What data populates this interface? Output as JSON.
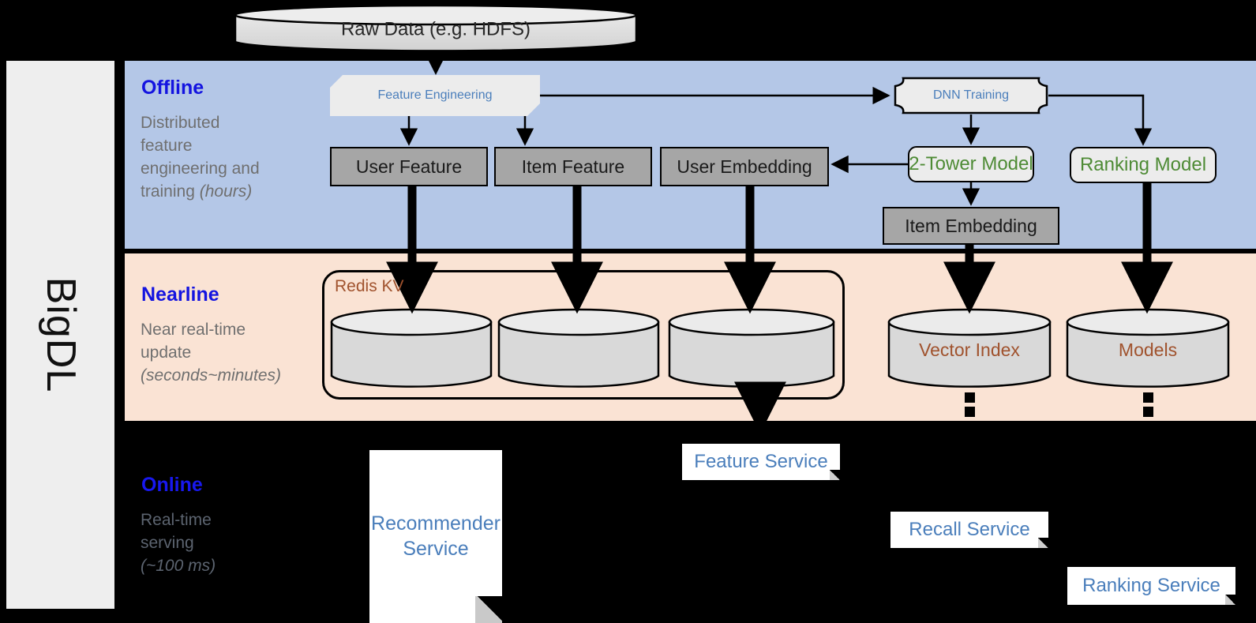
{
  "framework": {
    "name": "BigDL"
  },
  "top": {
    "raw_data": "Raw Data (e.g. HDFS)"
  },
  "bands": [
    {
      "id": "offline",
      "title": "Offline",
      "desc_line1": "Distributed",
      "desc_line2": "feature",
      "desc_line3": "engineering and",
      "desc_line4": "training ",
      "desc_italic": "(hours)",
      "bg": "#b4c7e7"
    },
    {
      "id": "nearline",
      "title": "Nearline",
      "desc_line1": "Near real-time",
      "desc_line2": "update",
      "desc_italic": "(seconds~minutes)",
      "bg": "#fae3d4"
    },
    {
      "id": "online",
      "title": "Online",
      "desc_line1": "Real-time",
      "desc_line2": "serving",
      "desc_italic": "(~100 ms)",
      "bg": "#000000"
    }
  ],
  "offline": {
    "feature_engineering": "Feature Engineering",
    "dnn_training": "DNN Training",
    "user_feature": "User Feature",
    "item_feature": "Item Feature",
    "user_embedding": "User Embedding",
    "two_tower_model": "2-Tower Model",
    "ranking_model": "Ranking Model",
    "item_embedding": "Item Embedding"
  },
  "nearline": {
    "redis_kv": "Redis KV",
    "store_user_feature": "",
    "store_item_feature": "",
    "store_user_embedding": "",
    "vector_index": "Vector Index",
    "models": "Models"
  },
  "online": {
    "recommender_service": "Recommender Service",
    "feature_service": "Feature Service",
    "recall_service": "Recall Service",
    "ranking_service": "Ranking Service"
  },
  "colors": {
    "offline_bg": "#b4c7e7",
    "nearline_bg": "#fae3d4",
    "online_bg": "#000000",
    "rail_bg": "#eeeeee",
    "band_title": "#1414e0",
    "band_desc": "#6f6f6f",
    "process_text_blue": "#4a7ebb",
    "model_text_green": "#4e8b35",
    "store_text_brown": "#a0522d",
    "gray_box": "#a6a6a6",
    "proc_box": "#ececec"
  }
}
